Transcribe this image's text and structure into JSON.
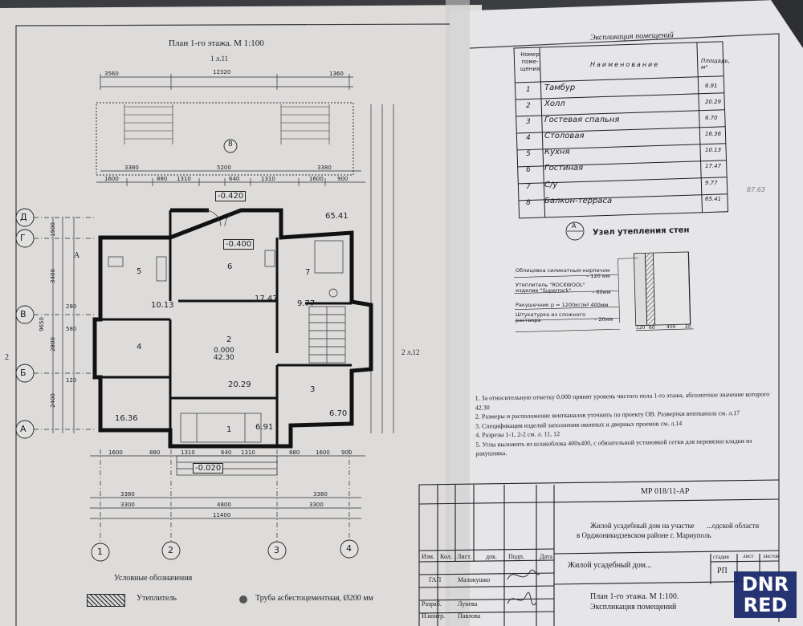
{
  "plan": {
    "title": "План 1-го этажа. М 1:100",
    "section_ref": "1 л.11",
    "section_ref_right": "2 л.12",
    "section_marker_left": "A",
    "section_marker_left2": "2",
    "axes_letters": [
      "Д",
      "Г",
      "В",
      "Б",
      "А"
    ],
    "axes_numbers": [
      "1",
      "2",
      "3",
      "4"
    ],
    "top_dims": [
      "3560",
      "12320",
      "1360",
      "3380",
      "5200",
      "3380"
    ],
    "row_dims": [
      "1600",
      "880",
      "1310",
      "640",
      "1310",
      "1600",
      "900"
    ],
    "bottom_dims": [
      "3380",
      "3380",
      "3300",
      "4800",
      "3300",
      "11400",
      "1600",
      "880",
      "1310",
      "640",
      "1310",
      "880",
      "1600",
      "900"
    ],
    "left_dims": [
      "3400",
      "9650",
      "2800",
      "2400",
      "1500",
      "280",
      "120",
      "580"
    ],
    "levels": [
      "-0.420",
      "-0.400",
      "0.000",
      "-0.020"
    ],
    "level_note": "42.30",
    "rooms": [
      {
        "num": "1",
        "area": "6.91"
      },
      {
        "num": "2",
        "area": "20.29"
      },
      {
        "num": "3",
        "area": "6.70"
      },
      {
        "num": "4",
        "area": "16.36"
      },
      {
        "num": "5",
        "area": "10.13"
      },
      {
        "num": "6",
        "area": "17.47"
      },
      {
        "num": "7",
        "area": "9.77"
      },
      {
        "num": "8",
        "area": "65.41"
      }
    ]
  },
  "legend": {
    "title": "Условные обозначения",
    "item1": "Утеплитель",
    "item2": "Труба асбестоцементная, Ø200 мм"
  },
  "explication": {
    "title": "Экспликация помещений",
    "col_num": "Номер поме- щения",
    "col_name": "Наименование",
    "col_area": "Площадь, м²",
    "rows": [
      {
        "num": "1",
        "name": "Тамбур",
        "area": "6.91"
      },
      {
        "num": "2",
        "name": "Холл",
        "area": "20.29"
      },
      {
        "num": "3",
        "name": "Гостевая спальня",
        "area": "6.70"
      },
      {
        "num": "4",
        "name": "Столовая",
        "area": "16.36"
      },
      {
        "num": "5",
        "name": "Кухня",
        "area": "10.13"
      },
      {
        "num": "6",
        "name": "Гостиная",
        "area": "17.47"
      },
      {
        "num": "7",
        "name": "С/у",
        "area": "9.77"
      },
      {
        "num": "8",
        "name": "Балкон-терраса",
        "area": "65.41"
      }
    ],
    "side_note": "87.63"
  },
  "wall_node": {
    "mark": "А",
    "title": "Узел утепления стен",
    "layers": [
      {
        "name": "Облицовка силикатным кирпичом",
        "value": "– 120 мм"
      },
      {
        "name": "Утеплитель \"ROCKWOOL\" изделие \"Superrock\"",
        "value": "– 60мм"
      },
      {
        "name": "Ракушечник р = 1200кг/м³",
        "value": "– 400мм"
      },
      {
        "name": "Штукатурка из сложного раствора",
        "value": "– 20мм"
      }
    ],
    "dims": [
      "120",
      "60",
      "400",
      "20"
    ]
  },
  "notes": [
    "1. За относительную отметку 0.000 принят уровень чистого пола 1-го этажа, абсолютное значение которого 42.30",
    "2. Размеры и расположение вентканалов уточнить по проекту ОВ. Развертки вентканала см. л.17",
    "3. Спецификация изделий заполнения оконных и дверных проемов см. л.14",
    "4. Разрезы 1-1, 2-2 см. л. 11, 12",
    "5. Углы выложить из шлакоблока 400x400, с обязательной установкой сетки для перевязки кладки из ракушняка."
  ],
  "stamp": {
    "code": "МР 018/11-АР",
    "project_line1": "Жилой усадебный дом на участке",
    "project_line1_tail": "...одской области",
    "project_line2": "в Орджоникидзевском районе г. Мариуполь",
    "object": "Жилой усадебный дом...",
    "sheet_title1": "План 1-го этажа. М 1:100.",
    "sheet_title2": "Экспликация помещений",
    "headers": [
      "Изм.",
      "Кол.",
      "Лист.",
      "док.",
      "Подп.",
      "Дата"
    ],
    "stage_headers": [
      "стадия",
      "лист",
      "листов"
    ],
    "stage": "РП",
    "roles": [
      {
        "role": "ГАП",
        "name": "Малокушко"
      },
      {
        "role": "Разраб.",
        "name": "Лунева"
      },
      {
        "role": "Н.контр.",
        "name": "Павлова"
      }
    ]
  },
  "watermark": {
    "line1": "DNR",
    "line2": "RED"
  }
}
